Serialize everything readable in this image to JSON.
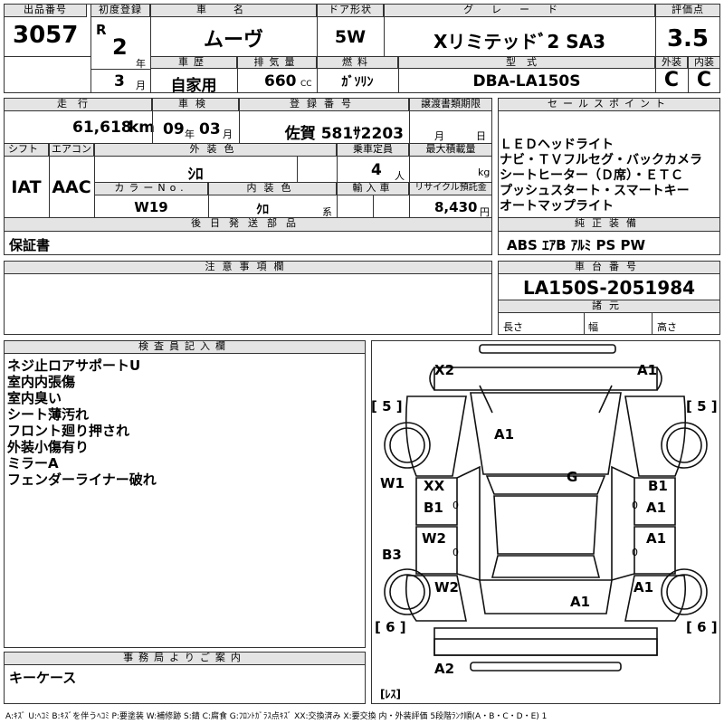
{
  "header": {
    "lot_label": "出品番号",
    "lot_value": "3057",
    "first_reg_label": "初度登録",
    "era_letter": "R",
    "first_reg_year": "2",
    "year_unit": "年",
    "first_reg_month": "3",
    "month_unit": "月",
    "car_name_label": "車名",
    "car_name_value": "ムーヴ",
    "door_label": "ドア形状",
    "door_value": "5W",
    "grade_label": "グレード",
    "grade_value": "Xリミテッドﾞ2 SA3",
    "score_label": "評価点",
    "score_value": "3.5",
    "history_label": "車歴",
    "history_value": "自家用",
    "displacement_label": "排気量",
    "displacement_value": "660",
    "displacement_unit": "CC",
    "fuel_label": "燃料",
    "fuel_value": "ｶﾞｿﾘﾝ",
    "model_label": "型式",
    "model_value": "DBA-LA150S",
    "exterior_label": "外装",
    "exterior_value": "C",
    "interior_label": "内装",
    "interior_value": "C"
  },
  "row2": {
    "mileage_label": "走行",
    "mileage_value": "61,618",
    "mileage_unit": "km",
    "inspection_label": "車検",
    "inspection_year": "09",
    "inspection_year_unit": "年",
    "inspection_month": "03",
    "inspection_month_unit": "月",
    "plate_label": "登録番号",
    "plate_value": "佐賀 581ｻ2203",
    "transfer_label": "譲渡書類期限",
    "transfer_month_unit": "月",
    "transfer_day_unit": "日",
    "shift_label": "シフト",
    "shift_value": "IAT",
    "ac_label": "エアコン",
    "ac_value": "AAC",
    "ext_color_label": "外装色",
    "ext_color_value": "ｼﾛ",
    "capacity_label": "乗車定員",
    "capacity_value": "4",
    "capacity_unit": "人",
    "load_label": "最大積載量",
    "load_unit": "kg",
    "color_no_label": "カラーNo.",
    "color_no_value": "W19",
    "int_color_label": "内装色",
    "int_color_value": "ｸﾛ",
    "int_color_unit": "系",
    "import_label": "輸入車",
    "recycle_label": "リサイクル預託金",
    "recycle_value": "8,430",
    "recycle_unit": "円",
    "later_label": "後日発送部品",
    "later_value": "保証書"
  },
  "sales": {
    "label": "セールスポイント",
    "lines": [
      "ＬＥＤヘッドライト",
      "ナビ・ＴＶフルセグ・バックカメラ",
      "シートヒーター（Ｄ席）・ＥＴＣ",
      "プッシュスタート・スマートキー",
      "オートマップライト"
    ]
  },
  "genuine": {
    "label": "純正装備",
    "value": "ABS ｴｱB ｱﾙﾐ PS PW"
  },
  "notes": {
    "label": "注意事項欄"
  },
  "chassis": {
    "label": "車台番号",
    "value": "LA150S-2051984",
    "spec_label": "諸元",
    "length_label": "長さ",
    "width_label": "幅",
    "height_label": "高さ"
  },
  "inspector": {
    "label": "検査員記入欄",
    "lines": [
      "ネジ止ロアサポートU",
      "室内内張傷",
      "室内臭い",
      "シート薄汚れ",
      "フロント廻り押され",
      "外装小傷有り",
      "ミラーA",
      "フェンダーライナー破れ"
    ]
  },
  "office": {
    "label": "事務局よりご案内",
    "value": "キーケース"
  },
  "diagram": {
    "labels": {
      "x2": "X2",
      "a1_tr": "A1",
      "bracket_5l": "[ 5 ]",
      "bracket_5r": "[ 5 ]",
      "a1_hood": "A1",
      "w1": "W1",
      "xx": "XX",
      "g": "G",
      "b1_r": "B1",
      "b1_l": "B1",
      "a1_r1": "A1",
      "w2_l": "W2",
      "a1_r2": "A1",
      "b3": "B3",
      "w2_l2": "W2",
      "a1_r3": "A1",
      "a1_rear": "A1",
      "bracket_6l": "[ 6 ]",
      "bracket_6r": "[ 6 ]",
      "a2": "A2",
      "res": "[ﾚｽ]",
      "zero1": "0",
      "zero2": "0",
      "zero3": "0",
      "zero4": "0"
    }
  },
  "legend": "A:ｷｽﾞ U:ﾍｺﾐ B:ｷｽﾞを伴うﾍｺﾐ P:要塗装 W:補修跡 S:錆 C:腐食 G:ﾌﾛﾝﾄｶﾞﾗｽ点ｷｽﾞ XX:交換済み X:要交換 内・外装評価 5段階ﾗﾝｸ順(A・B・C・D・E) 1"
}
